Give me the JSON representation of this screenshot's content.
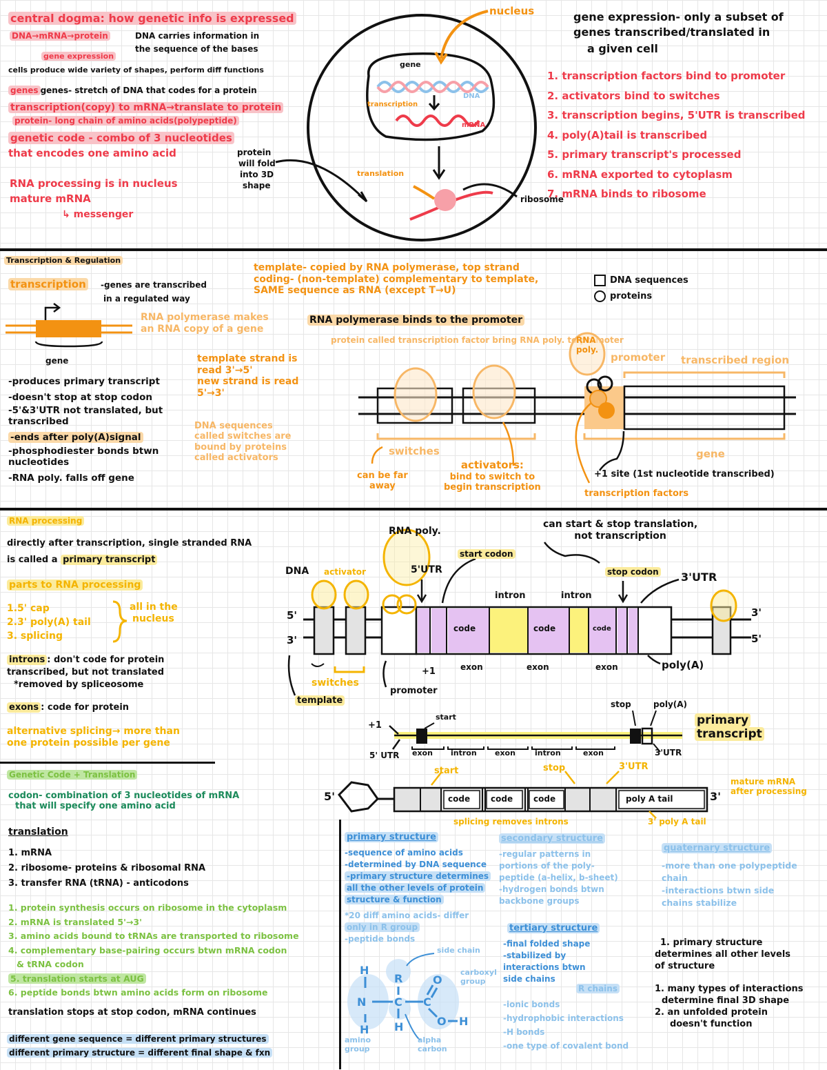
{
  "s1": {
    "central_dogma": "central dogma: how genetic info is expressed",
    "dna_mrna": "DNA→mRNA→protein",
    "dna_carries": "DNA carries information in",
    "gene_expression_sub": "gene expression",
    "sequence_bases": "the sequence of the bases",
    "cells_produce": "cells produce wide variety of shapes, perform diff functions",
    "genes_def": "genes- stretch of DNA that codes for a protein",
    "transcription_line": "transcription(copy) to mRNA→translate to protein",
    "protein_line": "protein- long chain of amino acids(polypeptide)",
    "genetic_code": "genetic code - combo of 3 nucleotides",
    "encodes": "that encodes one amino acid",
    "protein_fold_1": "protein",
    "protein_fold_2": "will fold",
    "protein_fold_3": "into 3D",
    "protein_fold_4": "shape",
    "rna_processing": "RNA processing is in nucleus",
    "mature_mrna": "mature mRNA",
    "messenger": "↳ messenger",
    "nucleus_label": "nucleus",
    "gene_label": "gene",
    "dna_label": "DNA",
    "transcription_label": "transcription",
    "mrna_label": "mRNA",
    "translation_label": "translation",
    "ribosome_label": "ribosome",
    "gene_expression_title": "gene expression- only a subset of",
    "gene_expression_2": "genes transcribed/translated in",
    "gene_expression_3": "a given cell",
    "steps": [
      "1. transcription factors bind to promoter",
      "2. activators bind to switches",
      "3. transcription begins, 5'UTR is transcribed",
      "4. poly(A)tail is transcribed",
      "5. primary transcript's processed",
      "6. mRNA exported to cytoplasm",
      "7. mRNA binds to ribosome"
    ]
  },
  "s2": {
    "title": "Transcription & Regulation",
    "transcription": "transcription",
    "genes_are": "-genes are transcribed",
    "regulated": "in a regulated way",
    "gene_label": "gene",
    "rna_pol_makes": "RNA polymerase makes",
    "rna_copy": "an RNA copy of a gene",
    "template_def": "template- copied by RNA polymerase, top strand",
    "coding_def": "coding- (non-template) complementary to template,",
    "same_seq": "SAME sequence as RNA (except T→U)",
    "rna_pol_binds": "RNA polymerase binds to the promoter",
    "protein_called": "protein called transcription factor bring RNA poly. to promoter",
    "template_read": "template strand is",
    "read_dir": "read 3'→5'",
    "new_strand": "new strand is read",
    "new_dir": "5'→3'",
    "dna_seq_called": "DNA sequences",
    "called_switches": "called switches are",
    "bound_by": "bound by proteins",
    "called_activators": "called activators",
    "legend_dna": "DNA sequences",
    "legend_protein": "proteins",
    "rna_poly": "RNA",
    "rna_poly2": "poly.",
    "promoter": "promoter",
    "transcribed_region": "transcribed region",
    "bullets": [
      "-produces primary transcript",
      "-doesn't stop at stop codon",
      "-5'&3'UTR not translated, but transcribed",
      "-ends after poly(A)signal",
      "-phosphodiester bonds btwn nucleotides",
      "-RNA poly. falls off gene"
    ],
    "switches": "switches",
    "can_be_far": "can be far",
    "away": "away",
    "activators": "activators:",
    "bind_to_switch": "bind to switch to",
    "begin_transcription": "begin transcription",
    "gene_bottom": "gene",
    "plus1": "+1 site (1st nucleotide transcribed)",
    "transcription_factors": "transcription factors"
  },
  "s3": {
    "title": "RNA processing",
    "directly_after": "directly after transcription, single stranded RNA",
    "is_called": "is called a",
    "primary_transcript": "primary transcript",
    "parts": "parts to RNA processing",
    "p1": "1.5' cap",
    "p2": "2.3' poly(A) tail",
    "p3": "3. splicing",
    "all_in": "all in the",
    "nucleus": "nucleus",
    "introns": "introns",
    "introns_def": ": don't code for protein",
    "introns_2": "transcribed, but not translated",
    "introns_3": "*removed by spliceosome",
    "exons": "exons",
    "exons_def": ": code for protein",
    "alt_splicing": "alternative splicing→ more than",
    "alt_splicing_2": "one protein possible per gene",
    "rna_poly": "RNA poly.",
    "dna_label": "DNA",
    "activator": "activator",
    "five_utr": "5'UTR",
    "start_codon": "start codon",
    "can_start": "can start & stop translation,",
    "not_transcription": "not transcription",
    "stop_codon": "stop codon",
    "three_utr": "3'UTR",
    "intron1": "intron",
    "intron2": "intron",
    "code1": "code",
    "code2": "code",
    "code3": "code",
    "exon1": "exon",
    "exon2": "exon",
    "exon3": "exon",
    "polya": "poly(A)",
    "five_a": "5'",
    "three_a": "3'",
    "three_b": "3'",
    "five_b": "5'",
    "plus1": "+1",
    "switches": "switches",
    "promoter": "promoter",
    "template": "template",
    "start": "start",
    "stop": "stop",
    "polya2": "poly(A)",
    "primary": "primary",
    "transcript": "transcript",
    "plus1b": "+1",
    "utr5": "5' UTR",
    "utr3": "3'UTR",
    "pt_labels": [
      "exon",
      "intron",
      "exon",
      "intron",
      "exon"
    ],
    "start2": "start",
    "stop2": "stop",
    "utr3b": "3'UTR",
    "mrna_5": "5'",
    "mrna_3": "3'",
    "mrna_code1": "code",
    "mrna_code2": "code",
    "mrna_code3": "code",
    "mrna_polya": "poly A tail",
    "mature_1": "mature mRNA",
    "mature_2": "after processing",
    "spliced": "splicing removes introns",
    "three_polya": "3' poly A tail"
  },
  "s4": {
    "title": "Genetic Code + Translation",
    "codon_def": "codon- combination of 3 nucleotides of mRNA",
    "codon_def2": "that will specify one amino acid",
    "translation": "translation",
    "list": [
      "1. mRNA",
      "2. ribosome- proteins & ribosomal RNA",
      "3. transfer RNA (tRNA) - anticodons"
    ],
    "steps": [
      "1. protein synthesis occurs on ribosome in the cytoplasm",
      "2. mRNA is translated 5'→3'",
      "3. amino acids bound to tRNAs are transported to ribosome",
      "4. complementary base-pairing occurs btwn mRNA codon",
      "& tRNA codon",
      "5. translation starts at AUG",
      "6. peptide bonds btwn amino acids form on ribosome"
    ],
    "stops": "translation stops at stop codon, mRNA continues",
    "diff1": "different gene sequence = different primary structures",
    "diff2": "different primary structure = different final shape & fxn"
  },
  "s5": {
    "primary_title": "primary structure",
    "primary": [
      "-sequence of amino acids",
      "-determined by DNA sequence",
      "-primary structure determines",
      "all the other levels of protein",
      "structure & function",
      "*20 diff amino acids- differ",
      "only in R group",
      "-peptide bonds"
    ],
    "side_chain": "side chain",
    "carboxyl": "carboxyl",
    "group": "group",
    "amino": "amino",
    "amino_group": "group",
    "alpha": "alpha",
    "carbon": "carbon",
    "secondary_title": "secondary structure",
    "secondary": [
      "-regular patterns in",
      "portions of the poly-",
      "peptide (a-helix, b-sheet)",
      "-hydrogen bonds btwn",
      "backbone groups"
    ],
    "tertiary_title": "tertiary structure",
    "tertiary": [
      "-final folded shape",
      "-stabilized by",
      "interactions btwn",
      "side chains"
    ],
    "r_chains": "R chains",
    "tertiary2": [
      "-ionic bonds",
      "-hydrophobic interactions",
      "-H bonds",
      "-one type of covalent bond"
    ],
    "quaternary_title": "quaternary structure",
    "quaternary": [
      "-more than one polypeptide",
      "chain",
      "-interactions btwn side",
      "chains stabilize"
    ],
    "notes": [
      "1. primary structure",
      "determines all other levels",
      "of structure",
      "1. many types of interactions",
      "determine final 3D shape",
      "2. an unfolded protein",
      "doesn't function"
    ]
  }
}
